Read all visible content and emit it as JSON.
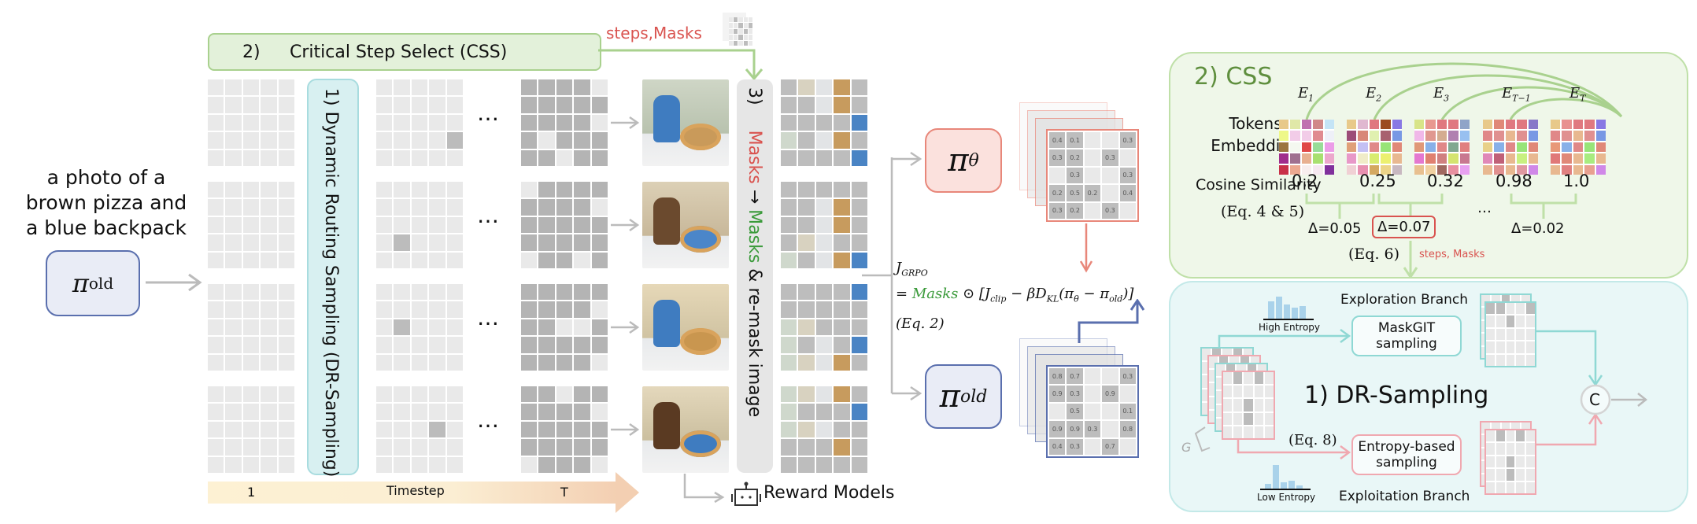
{
  "prompt": {
    "lines": [
      "a photo of a",
      "brown pizza and",
      "a blue backpack"
    ]
  },
  "policy_old_label": "π",
  "policy_old_sub": "old",
  "css_bar": {
    "num": "2)",
    "label": "Critical Step Select (CSS)"
  },
  "steps_masks_label": "steps,Masks",
  "dr_bar": {
    "label": "1)  Dynamic Routing Sampling (DR-Sampling)"
  },
  "ellipsis": "…",
  "remask_bar": {
    "num": "3)",
    "masks_red": "Masks",
    "arrow": "→",
    "masks_green": "Masks",
    "rest": " & re-mask image"
  },
  "timestep": {
    "start": "1",
    "label": "Timestep",
    "end": "T"
  },
  "reward_models": "Reward Models",
  "pi_theta": {
    "symbol": "π",
    "sub": "θ"
  },
  "pi_old": {
    "symbol": "π",
    "sub": "old"
  },
  "objective": {
    "lhs": "J",
    "lhs_sub": "GRPO",
    "eq": "= ",
    "masks": "Masks",
    "rest": " ⊙ [J",
    "clip_sub": "clip",
    "mid": " − βD",
    "kl_sub": "KL",
    "paren": "(π",
    "theta_sub": "θ",
    "minus": " − π",
    "old_sub": "old",
    "close": ")]",
    "ref": "(Eq. 2)"
  },
  "theta_grid": [
    "0.4",
    "0.1",
    "",
    "",
    "0.3",
    "0.3",
    "0.2",
    "",
    "0.3",
    "",
    "",
    "0.3",
    "",
    "",
    "0.3",
    "0.2",
    "0.5",
    "0.2",
    "",
    "0.4",
    "0.3",
    "0.2",
    "",
    "0.3",
    ""
  ],
  "old_grid": [
    "0.8",
    "0.7",
    "",
    "",
    "0.3",
    "0.9",
    "0.3",
    "",
    "0.9",
    "",
    "",
    "0.5",
    "",
    "",
    "0.1",
    "0.9",
    "0.9",
    "0.3",
    "",
    "0.8",
    "0.4",
    "0.3",
    "",
    "0.7",
    ""
  ],
  "css_panel": {
    "title": "2) CSS",
    "tokens_label_1": "Tokens",
    "tokens_label_2": "Embedding",
    "cos_label": "Cosine Similarity",
    "eq45": "(Eq. 4 & 5)",
    "embeddings": [
      {
        "label": "E",
        "sub": "1",
        "cos": "0.2"
      },
      {
        "label": "E",
        "sub": "2",
        "cos": "0.25"
      },
      {
        "label": "E",
        "sub": "3",
        "cos": "0.32"
      },
      {
        "label": "E",
        "sub": "T−1",
        "cos": "0.98"
      },
      {
        "label": "E",
        "sub": "T",
        "cos": "1.0"
      }
    ],
    "deltas": [
      "Δ=0.05",
      "Δ=0.07",
      "Δ=0.02"
    ],
    "dots": "…",
    "eq6": "(Eq. 6)",
    "steps_masks": "steps, Masks"
  },
  "dr_panel": {
    "title": "1) DR-Sampling",
    "high_entropy": "High Entropy",
    "low_entropy": "Low Entropy",
    "exploration": "Exploration Branch",
    "exploitation": "Exploitation Branch",
    "maskgit_1": "MaskGIT",
    "maskgit_2": "sampling",
    "entropy_1": "Entropy-based",
    "entropy_2": "sampling",
    "eq8": "(Eq. 8)",
    "concat": "C",
    "group": "G"
  },
  "colors": {
    "green": "#a9d18e",
    "red": "#d9534f",
    "teal": "#8fd8d4",
    "pink": "#f0a8b0",
    "blue": "#5a6fae",
    "salmon": "#e8877a"
  }
}
